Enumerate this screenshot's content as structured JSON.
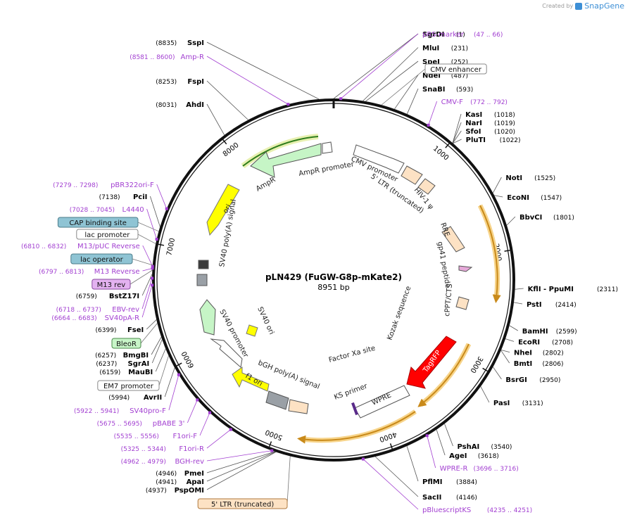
{
  "watermark": {
    "created_by": "Created by",
    "brand": "SnapGene"
  },
  "plasmid": {
    "name": "pLN429 (FuGW-G8p-mKate2)",
    "length": "8951 bp",
    "total_bp": 8951,
    "ticks": [
      {
        "bp": 1000,
        "label": "1000"
      },
      {
        "bp": 2000,
        "label": "2000"
      },
      {
        "bp": 3000,
        "label": "3000"
      },
      {
        "bp": 4000,
        "label": "4000"
      },
      {
        "bp": 5000,
        "label": "5000"
      },
      {
        "bp": 6000,
        "label": "6000"
      },
      {
        "bp": 7000,
        "label": "7000"
      },
      {
        "bp": 8000,
        "label": "8000"
      }
    ]
  },
  "enzymes_right": [
    {
      "pos": "(1)",
      "name": "SgrDI",
      "bp": 1
    },
    {
      "pos": "(231)",
      "name": "MluI",
      "bp": 231
    },
    {
      "pos": "(252)",
      "name": "SpeI",
      "bp": 252
    },
    {
      "pos": "(487)",
      "name": "NdeI",
      "bp": 487
    },
    {
      "pos": "(593)",
      "name": "SnaBI",
      "bp": 593
    },
    {
      "pos": "(1018)",
      "name": "KasI",
      "bp": 1018
    },
    {
      "pos": "(1019)",
      "name": "NarI",
      "bp": 1019
    },
    {
      "pos": "(1020)",
      "name": "SfoI",
      "bp": 1020
    },
    {
      "pos": "(1022)",
      "name": "PluTI",
      "bp": 1022
    },
    {
      "pos": "(1525)",
      "name": "NotI",
      "bp": 1525
    },
    {
      "pos": "(1547)",
      "name": "EcoNI",
      "bp": 1547
    },
    {
      "pos": "(1801)",
      "name": "BbvCI",
      "bp": 1801
    },
    {
      "pos": "(2311)",
      "name": "KflI - PpuMI",
      "bp": 2311
    },
    {
      "pos": "(2414)",
      "name": "PstI",
      "bp": 2414
    },
    {
      "pos": "(2599)",
      "name": "BamHI",
      "bp": 2599
    },
    {
      "pos": "(2708)",
      "name": "EcoRI",
      "bp": 2708
    },
    {
      "pos": "(2802)",
      "name": "NheI",
      "bp": 2802
    },
    {
      "pos": "(2806)",
      "name": "BmtI",
      "bp": 2806
    },
    {
      "pos": "(2950)",
      "name": "BsrGI",
      "bp": 2950
    },
    {
      "pos": "(3131)",
      "name": "PasI",
      "bp": 3131
    },
    {
      "pos": "(3540)",
      "name": "PshAI",
      "bp": 3540
    },
    {
      "pos": "(3618)",
      "name": "AgeI",
      "bp": 3618
    },
    {
      "pos": "(3884)",
      "name": "PflMI",
      "bp": 3884
    },
    {
      "pos": "(4146)",
      "name": "SacII",
      "bp": 4146
    }
  ],
  "enzymes_left": [
    {
      "pos": "(8835)",
      "name": "SspI",
      "bp": 8835
    },
    {
      "pos": "(8253)",
      "name": "FspI",
      "bp": 8253
    },
    {
      "pos": "(8031)",
      "name": "AhdI",
      "bp": 8031
    },
    {
      "pos": "(7138)",
      "name": "PciI",
      "bp": 7138
    },
    {
      "pos": "(6759)",
      "name": "BstZ17I",
      "bp": 6759
    },
    {
      "pos": "(6399)",
      "name": "FseI",
      "bp": 6399
    },
    {
      "pos": "(6257)",
      "name": "BmgBI",
      "bp": 6257
    },
    {
      "pos": "(6237)",
      "name": "SgrAI",
      "bp": 6237
    },
    {
      "pos": "(6159)",
      "name": "MauBI",
      "bp": 6159
    },
    {
      "pos": "(5994)",
      "name": "AvrII",
      "bp": 5994
    },
    {
      "pos": "(4946)",
      "name": "PmeI",
      "bp": 4946
    },
    {
      "pos": "(4941)",
      "name": "ApaI",
      "bp": 4941
    },
    {
      "pos": "(4937)",
      "name": "PspOMI",
      "bp": 4937
    }
  ],
  "primers_right": [
    {
      "name": "pRS-marker",
      "range": "(47 .. 66)",
      "bp": 56
    },
    {
      "name": "CMV-F",
      "range": "(772 .. 792)",
      "bp": 782
    },
    {
      "name": "WPRE-R",
      "range": "(3696 .. 3716)",
      "bp": 3706
    },
    {
      "name": "pBluescriptKS",
      "range": "(4235 .. 4251)",
      "bp": 4243
    }
  ],
  "primers_left": [
    {
      "name": "Amp-R",
      "range": "(8581 .. 8600)",
      "bp": 8590
    },
    {
      "name": "pBR322ori-F",
      "range": "(7279 .. 7298)",
      "bp": 7288
    },
    {
      "name": "L4440",
      "range": "(7028 .. 7045)",
      "bp": 7036
    },
    {
      "name": "M13/pUC Reverse",
      "range": "(6810 .. 6832)",
      "bp": 6821
    },
    {
      "name": "M13 Reverse",
      "range": "(6797 .. 6813)",
      "bp": 6805
    },
    {
      "name": "EBV-rev",
      "range": "(6718 .. 6737)",
      "bp": 6727
    },
    {
      "name": "SV40pA-R",
      "range": "(6664 .. 6683)",
      "bp": 6673
    },
    {
      "name": "SV40pro-F",
      "range": "(5922 .. 5941)",
      "bp": 5931
    },
    {
      "name": "pBABE 3'",
      "range": "(5675 .. 5695)",
      "bp": 5685
    },
    {
      "name": "F1ori-F",
      "range": "(5535 .. 5556)",
      "bp": 5545
    },
    {
      "name": "F1ori-R",
      "range": "(5325 .. 5344)",
      "bp": 5334
    },
    {
      "name": "BGH-rev",
      "range": "(4962 .. 4979)",
      "bp": 4970
    }
  ],
  "boxed_labels": [
    {
      "text": "CMV enhancer",
      "style": "white",
      "bp": 380
    },
    {
      "text": "CAP binding site",
      "style": "teal",
      "bp": 7100
    },
    {
      "text": "lac promoter",
      "style": "white",
      "bp": 7000
    },
    {
      "text": "lac operator",
      "style": "teal",
      "bp": 6830
    },
    {
      "text": "M13 rev",
      "style": "purple",
      "bp": 6790
    },
    {
      "text": "BleoR",
      "style": "green",
      "bp": 6370
    },
    {
      "text": "EM7 promoter",
      "style": "white",
      "bp": 6100
    },
    {
      "text": "5' LTR (truncated)",
      "style": "peach",
      "bp": 4820
    }
  ],
  "features": [
    {
      "name": "CMV promoter",
      "kind": "promoter"
    },
    {
      "name": "5' LTR (truncated)",
      "kind": "ltr"
    },
    {
      "name": "HIV-1 ψ",
      "kind": "misc"
    },
    {
      "name": "RRE",
      "kind": "misc"
    },
    {
      "name": "gp41 peptide",
      "kind": "misc"
    },
    {
      "name": "cPPT/CTS",
      "kind": "misc"
    },
    {
      "name": "Kozak sequence",
      "kind": "misc"
    },
    {
      "name": "TagRFP",
      "kind": "cds"
    },
    {
      "name": "WPRE",
      "kind": "misc"
    },
    {
      "name": "KS primer",
      "kind": "primer"
    },
    {
      "name": "Factor Xa site",
      "kind": "misc"
    },
    {
      "name": "bGH poly(A) signal",
      "kind": "polya"
    },
    {
      "name": "f1 ori",
      "kind": "ori"
    },
    {
      "name": "SV40 promoter",
      "kind": "promoter"
    },
    {
      "name": "SV40 ori",
      "kind": "ori"
    },
    {
      "name": "SV40 poly(A) signal",
      "kind": "polya"
    },
    {
      "name": "ori",
      "kind": "ori"
    },
    {
      "name": "AmpR",
      "kind": "cds"
    },
    {
      "name": "AmpR promoter",
      "kind": "promoter"
    }
  ],
  "colors": {
    "backbone": "#1a1a1a",
    "enzyme_text": "#000000",
    "primer": "#a23fd1",
    "orf": "#f2a33a",
    "orf_fill": "#ffe6b3",
    "tagrfp": "#ff0000",
    "ori": "#ffff00",
    "ampr": "#c6f5c6",
    "ltr": "#fde2c4",
    "promoter": "#ffffff",
    "polya": "#9aa0a6",
    "teal_box": "#8fc4d4",
    "green_box": "#c8f5c8",
    "purple_box": "#e3b2f0"
  }
}
